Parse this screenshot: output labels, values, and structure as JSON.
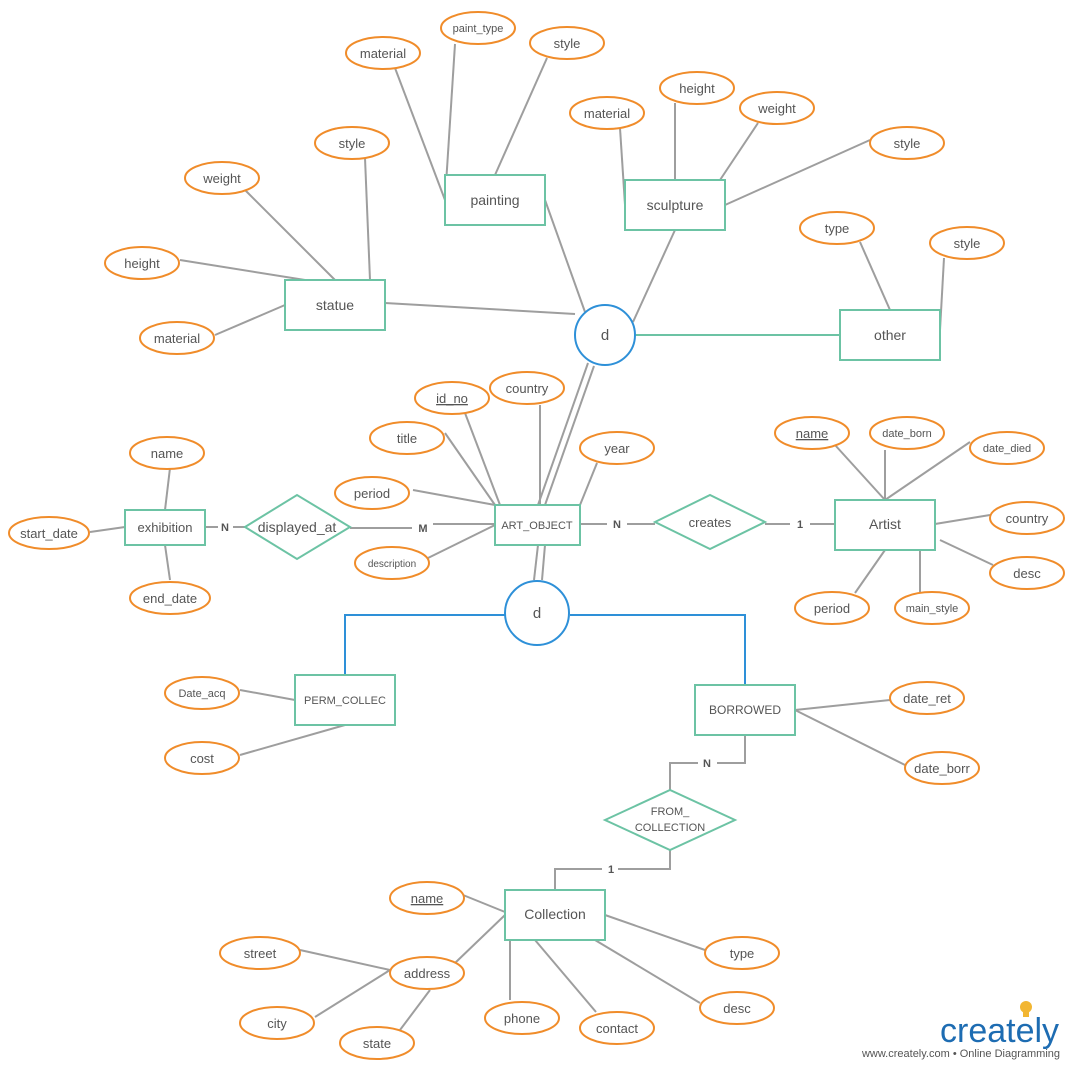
{
  "colors": {
    "attribute": "#F08C2A",
    "entity": "#6CC3A4",
    "specialization": "#2E90D8",
    "line": "#9E9E9E",
    "text": "#555555",
    "brand_blue": "#1D6CB2",
    "brand_yellow": "#F2B632"
  },
  "entities": {
    "painting": "painting",
    "sculpture": "sculpture",
    "statue": "statue",
    "other": "other",
    "art_object": "ART_OBJECT",
    "exhibition": "exhibition",
    "artist": "Artist",
    "perm_collec": "PERM_COLLEC",
    "borrowed": "BORROWED",
    "collection": "Collection"
  },
  "relationships": {
    "displayed_at": "displayed_at",
    "creates": "creates",
    "from_collection_line1": "FROM_",
    "from_collection_line2": "COLLECTION"
  },
  "specializations": {
    "top": "d",
    "bottom": "d"
  },
  "attributes": {
    "painting": {
      "material": "material",
      "paint_type": "paint_type",
      "style": "style"
    },
    "sculpture": {
      "material": "material",
      "height": "height",
      "weight": "weight",
      "style": "style"
    },
    "statue": {
      "style": "style",
      "weight": "weight",
      "height": "height",
      "material": "material"
    },
    "other": {
      "type": "type",
      "style": "style"
    },
    "art_object": {
      "id_no": "id_no",
      "country": "country",
      "title": "title",
      "year": "year",
      "period": "period",
      "description": "description"
    },
    "exhibition": {
      "name": "name",
      "start_date": "start_date",
      "end_date": "end_date"
    },
    "artist": {
      "name": "name",
      "date_born": "date_born",
      "date_died": "date_died",
      "country": "country",
      "desc": "desc",
      "period": "period",
      "main_style": "main_style"
    },
    "perm_collec": {
      "date_acq": "Date_acq",
      "cost": "cost"
    },
    "borrowed": {
      "date_ret": "date_ret",
      "date_borr": "date_borr"
    },
    "collection": {
      "name": "name",
      "address": "address",
      "street": "street",
      "city": "city",
      "state": "state",
      "phone": "phone",
      "contact": "contact",
      "type": "type",
      "desc": "desc"
    }
  },
  "cardinalities": {
    "exhibition_displayed": "N",
    "displayed_artobject": "M",
    "artobject_creates": "N",
    "creates_artist": "1",
    "borrowed_from": "N",
    "from_collection": "1"
  },
  "branding": {
    "logo": "creately",
    "tagline": "www.creately.com • Online Diagramming"
  }
}
